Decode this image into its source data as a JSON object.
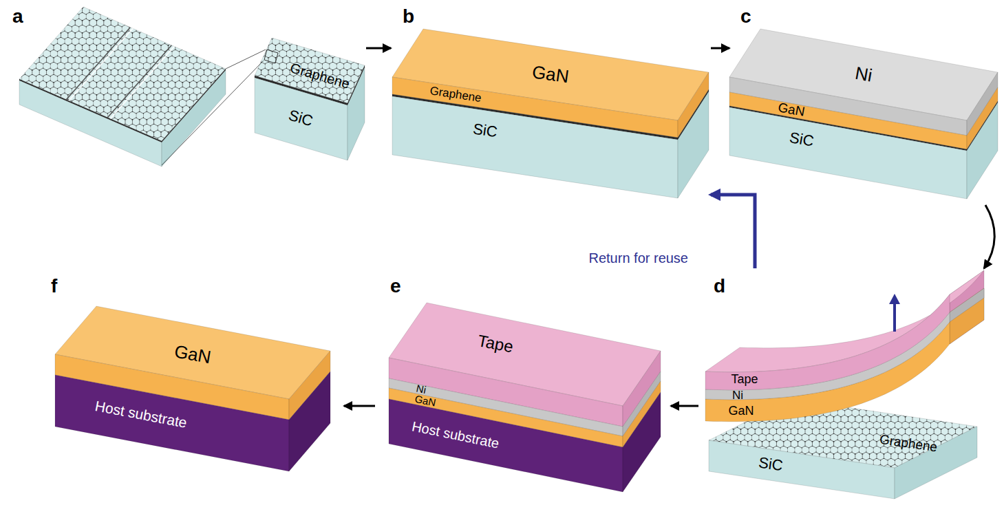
{
  "diagram": {
    "nodes": [
      {
        "text": [
          "a"
        ]
      },
      {
        "text": [
          "Graphene"
        ],
        "in": 0
      },
      {
        "text": [
          "SiC"
        ],
        "in": 0
      },
      {
        "text": [
          "b"
        ]
      },
      {
        "text": [
          "GaN"
        ],
        "in": 3
      },
      {
        "text": [
          "Graphene"
        ],
        "in": 3
      },
      {
        "text": [
          "SiC"
        ],
        "in": 3
      },
      {
        "text": [
          "c"
        ]
      },
      {
        "text": [
          "Ni"
        ],
        "in": 7
      },
      {
        "text": [
          "GaN"
        ],
        "in": 7
      },
      {
        "text": [
          "SiC"
        ],
        "in": 7
      },
      {
        "text": [
          "d"
        ]
      },
      {
        "text": [
          "Tape"
        ],
        "in": 11
      },
      {
        "text": [
          "Ni"
        ],
        "in": 11
      },
      {
        "text": [
          "GaN"
        ],
        "in": 11
      },
      {
        "text": [
          "Graphene"
        ],
        "in": 11
      },
      {
        "text": [
          "SiC"
        ],
        "in": 11
      },
      {
        "text": [
          "e"
        ]
      },
      {
        "text": [
          "Tape"
        ],
        "in": 17
      },
      {
        "text": [
          "Ni"
        ],
        "in": 17
      },
      {
        "text": [
          "GaN"
        ],
        "in": 17
      },
      {
        "text": [
          "Host substrate"
        ],
        "in": 17
      },
      {
        "text": [
          "f"
        ]
      },
      {
        "text": [
          "GaN"
        ],
        "in": 22
      },
      {
        "text": [
          "Host substrate"
        ],
        "in": 22
      }
    ],
    "edges": [
      {
        "from": 0,
        "to": 3,
        "arrow": "to"
      },
      {
        "from": 3,
        "to": 7,
        "arrow": "to"
      },
      {
        "from": 7,
        "to": 11,
        "arrow": "to"
      },
      {
        "from": 11,
        "to": 17,
        "arrow": "to"
      },
      {
        "from": 17,
        "to": 22,
        "arrow": "to"
      },
      {
        "from": 11,
        "to": 3,
        "label": "Return for reuse",
        "arrow": "to"
      }
    ]
  }
}
